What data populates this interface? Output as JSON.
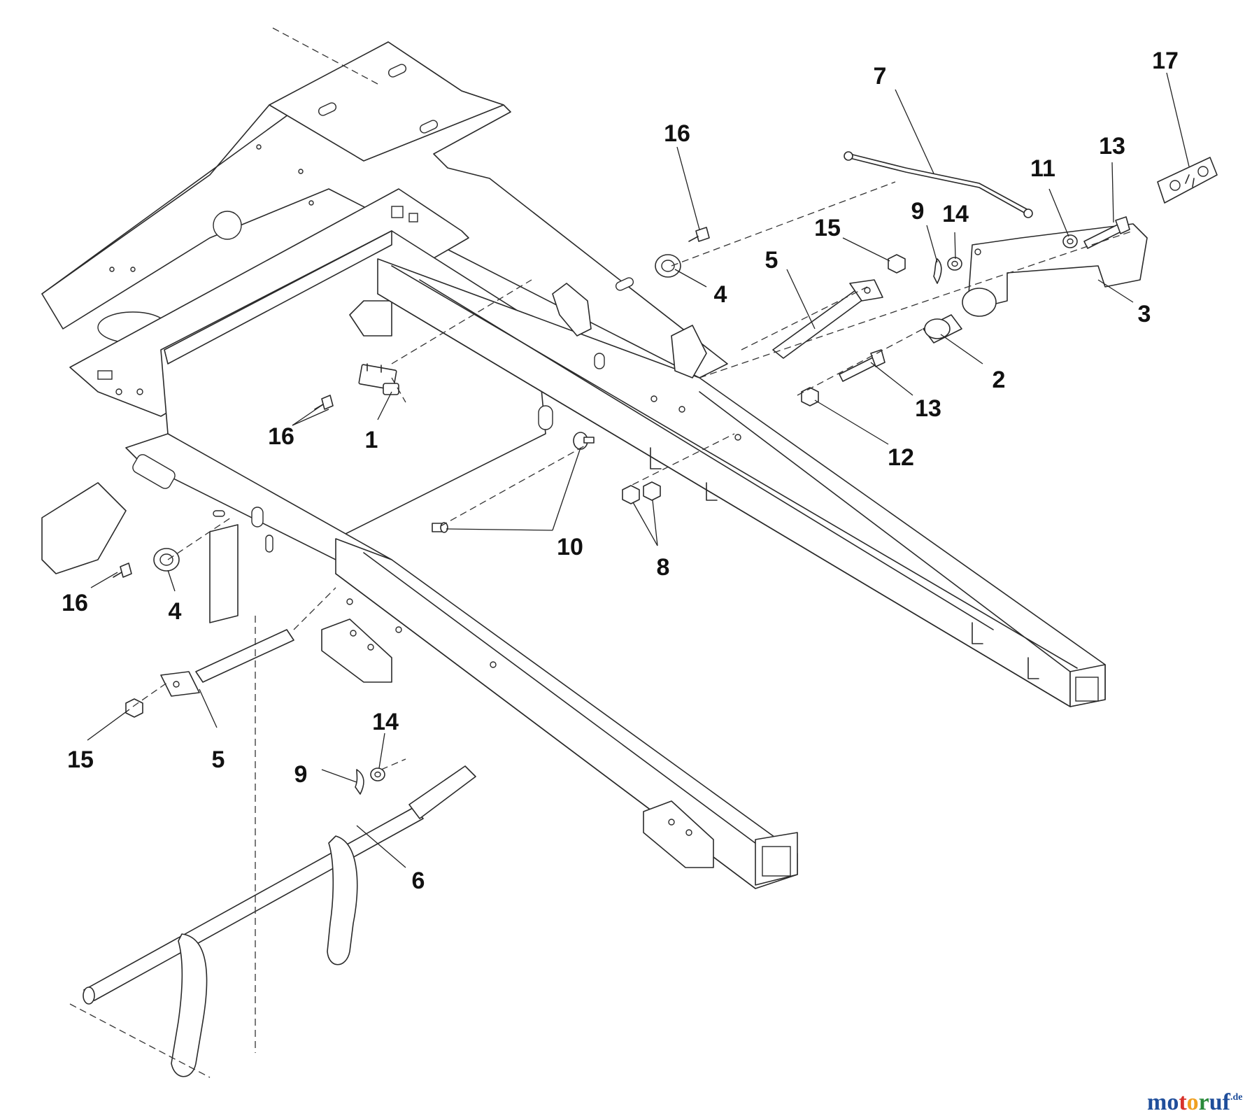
{
  "callouts": [
    {
      "id": "c1",
      "text": "1"
    },
    {
      "id": "c2",
      "text": "2"
    },
    {
      "id": "c3",
      "text": "3"
    },
    {
      "id": "c4a",
      "text": "4"
    },
    {
      "id": "c4b",
      "text": "4"
    },
    {
      "id": "c5a",
      "text": "5"
    },
    {
      "id": "c5b",
      "text": "5"
    },
    {
      "id": "c6",
      "text": "6"
    },
    {
      "id": "c7",
      "text": "7"
    },
    {
      "id": "c8",
      "text": "8"
    },
    {
      "id": "c9a",
      "text": "9"
    },
    {
      "id": "c9b",
      "text": "9"
    },
    {
      "id": "c10",
      "text": "10"
    },
    {
      "id": "c11",
      "text": "11"
    },
    {
      "id": "c12",
      "text": "12"
    },
    {
      "id": "c13a",
      "text": "13"
    },
    {
      "id": "c13b",
      "text": "13"
    },
    {
      "id": "c14a",
      "text": "14"
    },
    {
      "id": "c14b",
      "text": "14"
    },
    {
      "id": "c15a",
      "text": "15"
    },
    {
      "id": "c15b",
      "text": "15"
    },
    {
      "id": "c16a",
      "text": "16"
    },
    {
      "id": "c16b",
      "text": "16"
    },
    {
      "id": "c16c",
      "text": "16"
    },
    {
      "id": "c17",
      "text": "17"
    }
  ],
  "watermark": {
    "letters": [
      "m",
      "o",
      "t",
      "o",
      "r",
      "u",
      "f"
    ],
    "letter_colors": [
      "#1f4e9b",
      "#1f4e9b",
      "#d8322b",
      "#f0a020",
      "#2a8a3a",
      "#1f4e9b",
      "#1f4e9b"
    ],
    "suffix": ".de"
  }
}
